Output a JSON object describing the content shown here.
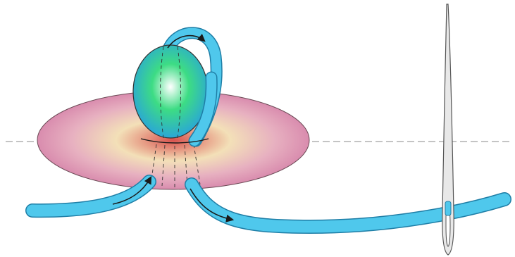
{
  "diagram": {
    "colors": {
      "background": "#ffffff",
      "thread": "#4fc8ec",
      "thread_outline": "#1f7ea6",
      "fabric_center": "#d9534f",
      "fabric_mid": "#f3e0b8",
      "fabric_edge": "#d98cae",
      "bead_center": "#ffffff",
      "bead_mid": "#3ddc84",
      "bead_edge": "#2aa7d6",
      "needle_fill": "#e8e8e8",
      "needle_outline": "#555555",
      "guide_line": "#888888",
      "arrow": "#1a1a1a"
    },
    "icons": [
      "fabric-ellipse",
      "bead",
      "thread",
      "needle",
      "direction-arrow"
    ]
  }
}
